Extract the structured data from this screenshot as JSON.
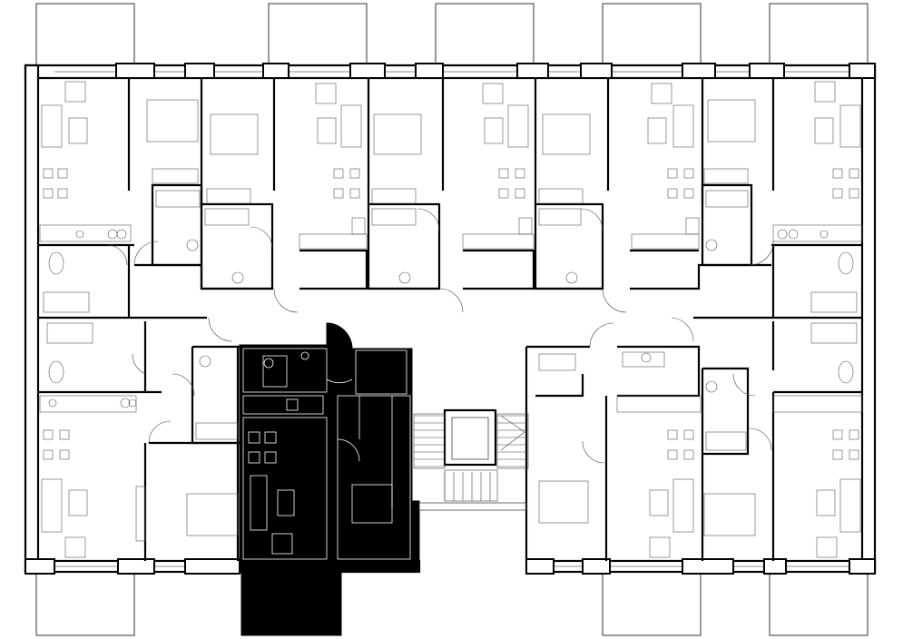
{
  "plan": {
    "background": "#ffffff",
    "wall_color": "#000000",
    "highlight_color": "#000000",
    "highlighted_unit": "apartment-west-core-south",
    "balconies_north": 5,
    "balconies_south": 4,
    "units_shown": 10
  }
}
